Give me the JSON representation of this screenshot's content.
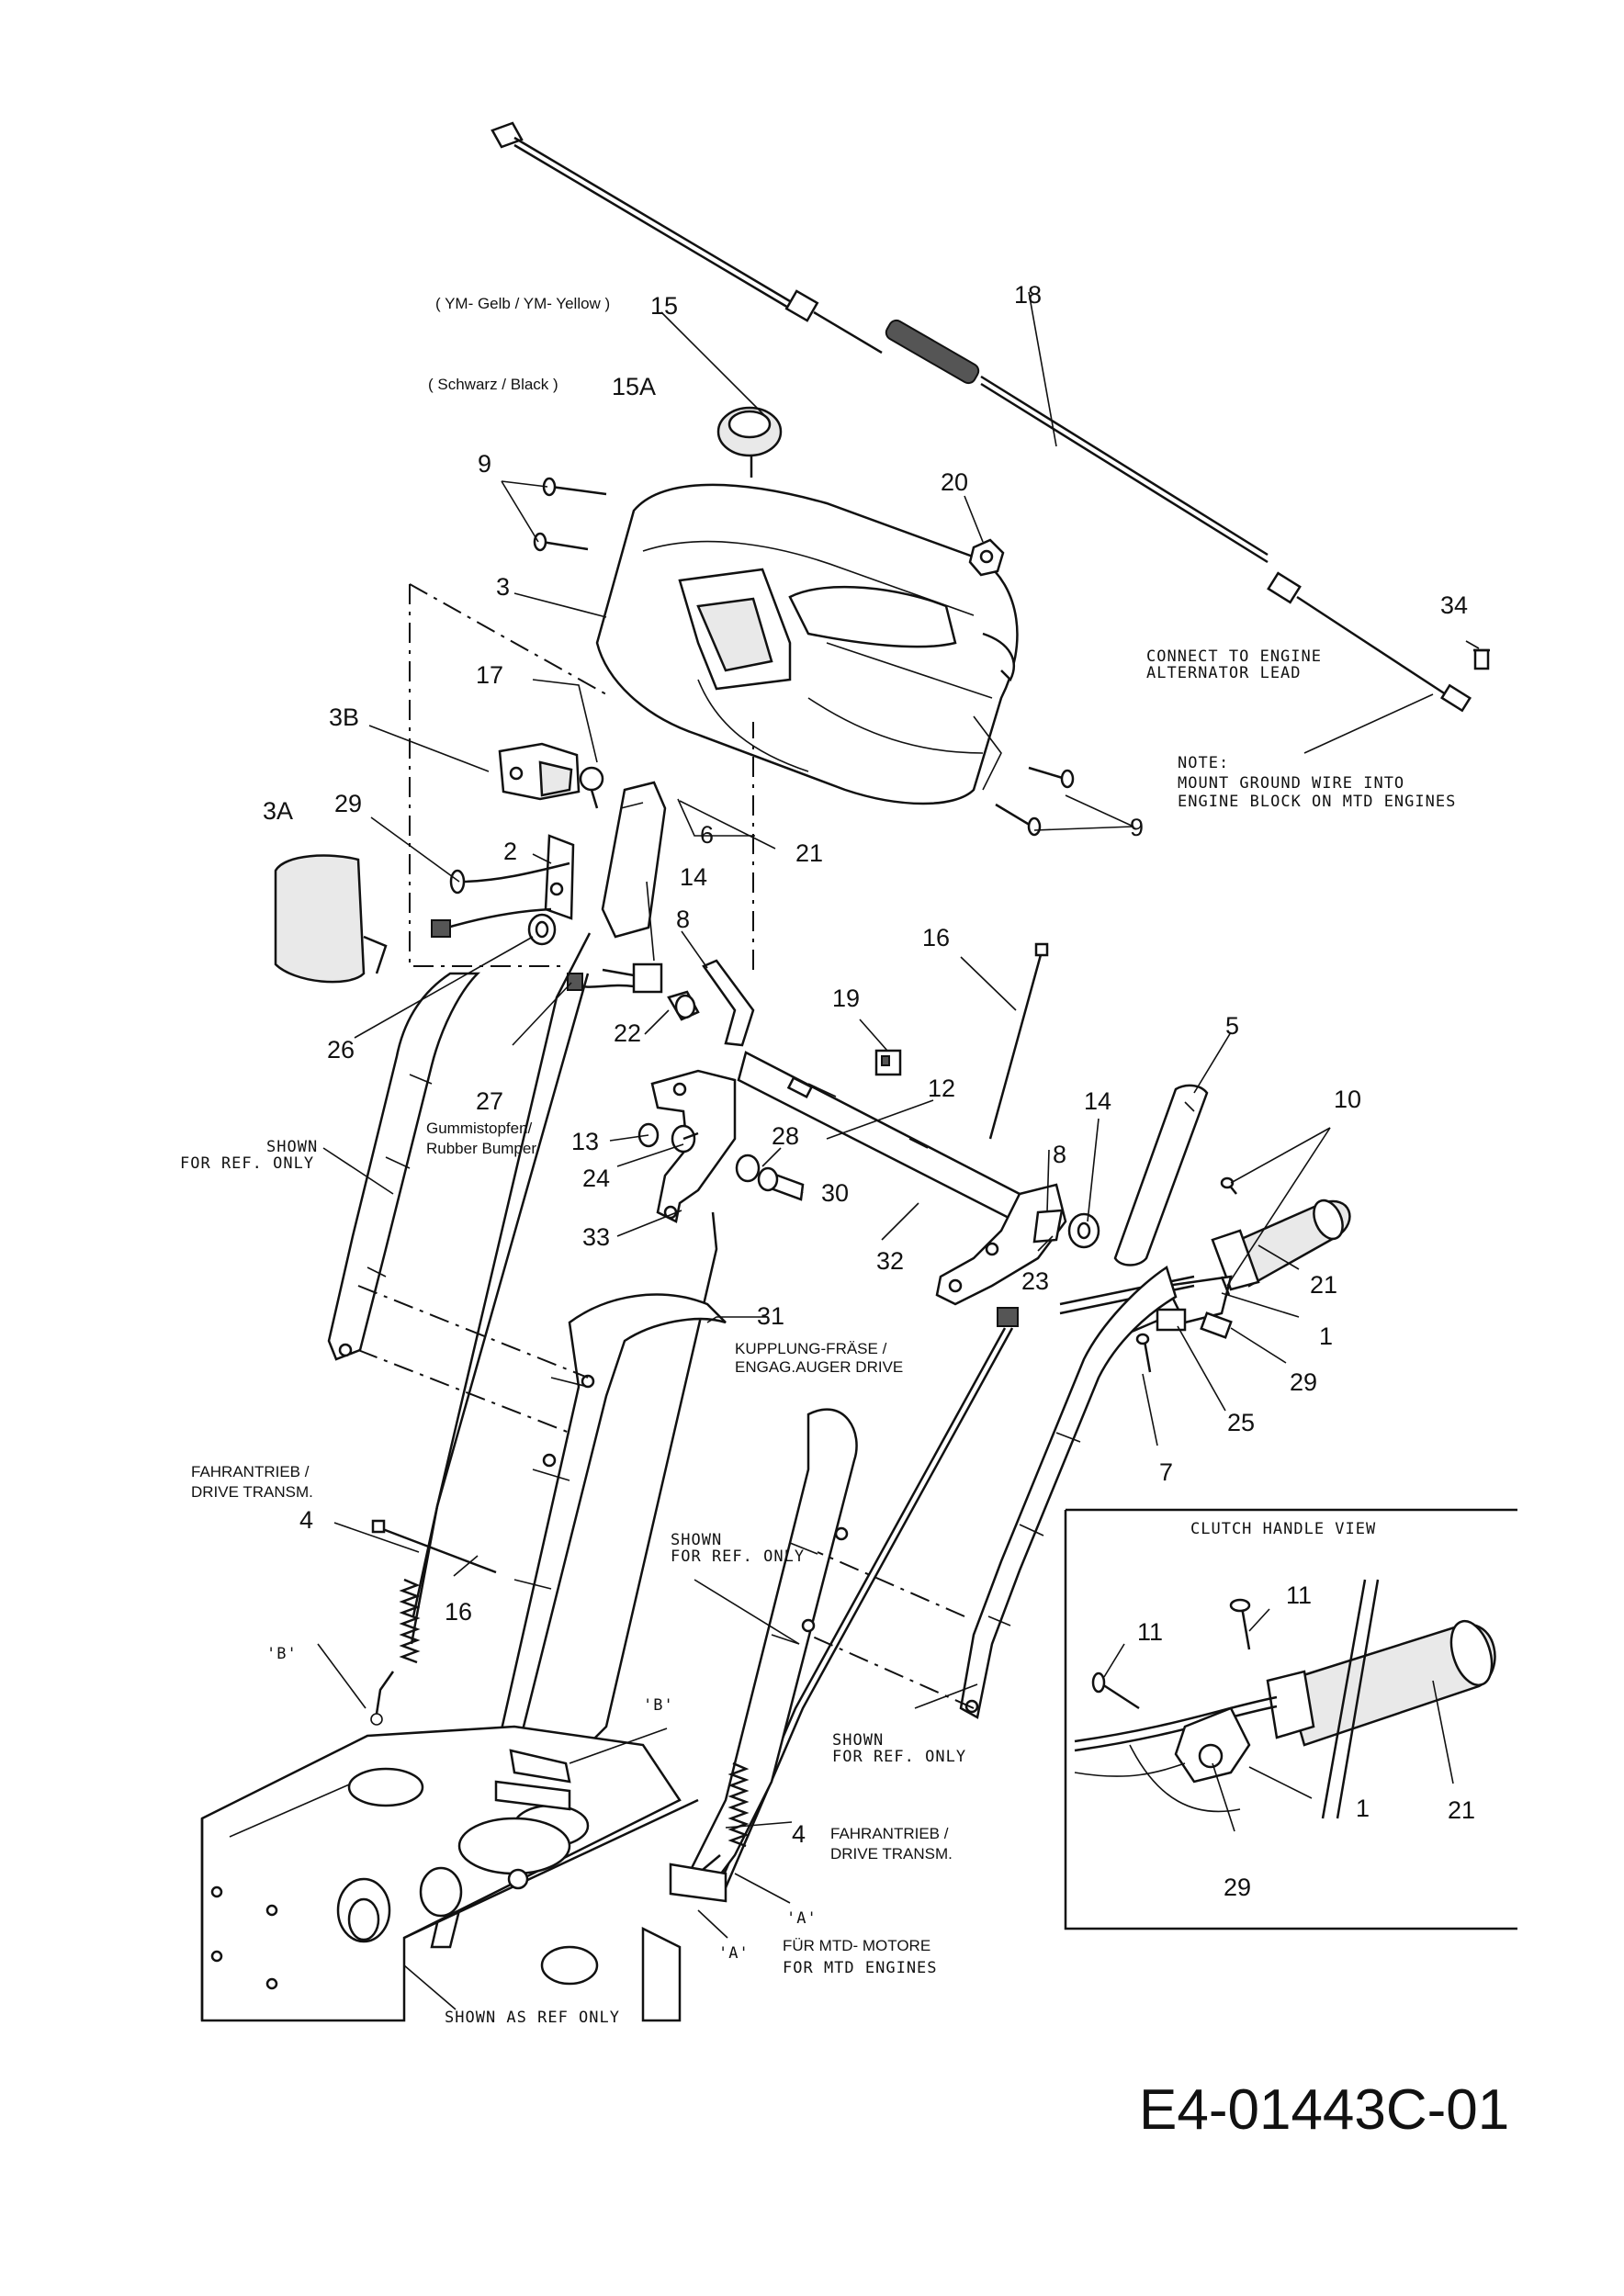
{
  "labels": {
    "p15_note": "( YM- Gelb / YM- Yellow )",
    "p15": "15",
    "p15a_note": "( Schwarz / Black )",
    "p15a": "15A",
    "p18": "18",
    "p9_top": "9",
    "p20": "20",
    "p3": "3",
    "p34": "34",
    "connect_note_1": "CONNECT TO ENGINE",
    "connect_note_2": "ALTERNATOR LEAD",
    "p17": "17",
    "p3b": "3B",
    "note_1": "NOTE:",
    "note_2": "MOUNT GROUND WIRE INTO",
    "note_3": "ENGINE BLOCK ON MTD ENGINES",
    "p3a": "3A",
    "p29_left": "29",
    "p6": "6",
    "p21_top": "21",
    "p9_right": "9",
    "p2": "2",
    "p14_left": "14",
    "p8_top": "8",
    "p16_top": "16",
    "p5": "5",
    "p26": "26",
    "p22": "22",
    "p19": "19",
    "p27": "27",
    "bumper_1": "Gummistopfen/",
    "bumper_2": "Rubber Bumper",
    "p12": "12",
    "p14_right": "14",
    "p10": "10",
    "shown_1a": "SHOWN",
    "shown_1b": "FOR REF. ONLY",
    "p13": "13",
    "p28": "28",
    "p8_mid": "8",
    "p24": "24",
    "p30": "30",
    "p33": "33",
    "p32": "32",
    "p23": "23",
    "p21_right": "21",
    "p31": "31",
    "p1": "1",
    "kupplung_1": "KUPPLUNG-FRÄSE /",
    "kupplung_2": "ENGAG.AUGER DRIVE",
    "p29_right": "29",
    "p25": "25",
    "p7": "7",
    "fahr_1a": "FAHRANTRIEB /",
    "fahr_1b": "DRIVE TRANSM.",
    "p4_left": "4",
    "clutch_title": "CLUTCH HANDLE VIEW",
    "p11_a": "11",
    "p11_b": "11",
    "shown_2a": "SHOWN",
    "shown_2b": "FOR REF. ONLY",
    "p16_bottom": "16",
    "b_left": "'B'",
    "b_mid": "'B'",
    "shown_3a": "SHOWN",
    "shown_3b": "FOR REF. ONLY",
    "p1_inset": "1",
    "p21_inset": "21",
    "p29_inset": "29",
    "p4_right": "4",
    "fahr_2a": "FAHRANTRIEB /",
    "fahr_2b": "DRIVE TRANSM.",
    "a_right": "'A'",
    "a_left": "'A'",
    "mtd_1": "FÜR MTD- MOTORE",
    "mtd_2": "FOR MTD ENGINES",
    "shown_as_ref": "SHOWN AS REF ONLY",
    "diagram_code": "E4-01443C-01"
  }
}
